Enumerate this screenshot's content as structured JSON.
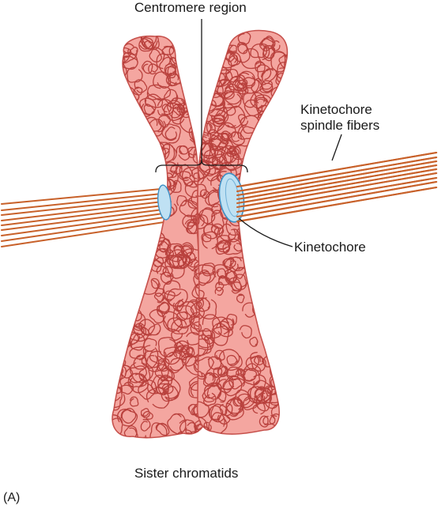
{
  "figure": {
    "title_label": "Centromere region",
    "fibers_label_line1": "Kinetochore",
    "fibers_label_line2": "spindle fibers",
    "kinetochore_label": "Kinetochore",
    "sister_label": "Sister chromatids",
    "panel_label": "(A)"
  },
  "colors": {
    "chromatid_fill": "#f4a6a0",
    "chromatid_outline": "#c7524d",
    "chromatin_coil": "#b9413d",
    "fiber": "#c8612a",
    "kinetochore_fill": "#bfe1f3",
    "kinetochore_outline": "#3e8fc4",
    "leader_line": "#1a1a1a"
  }
}
